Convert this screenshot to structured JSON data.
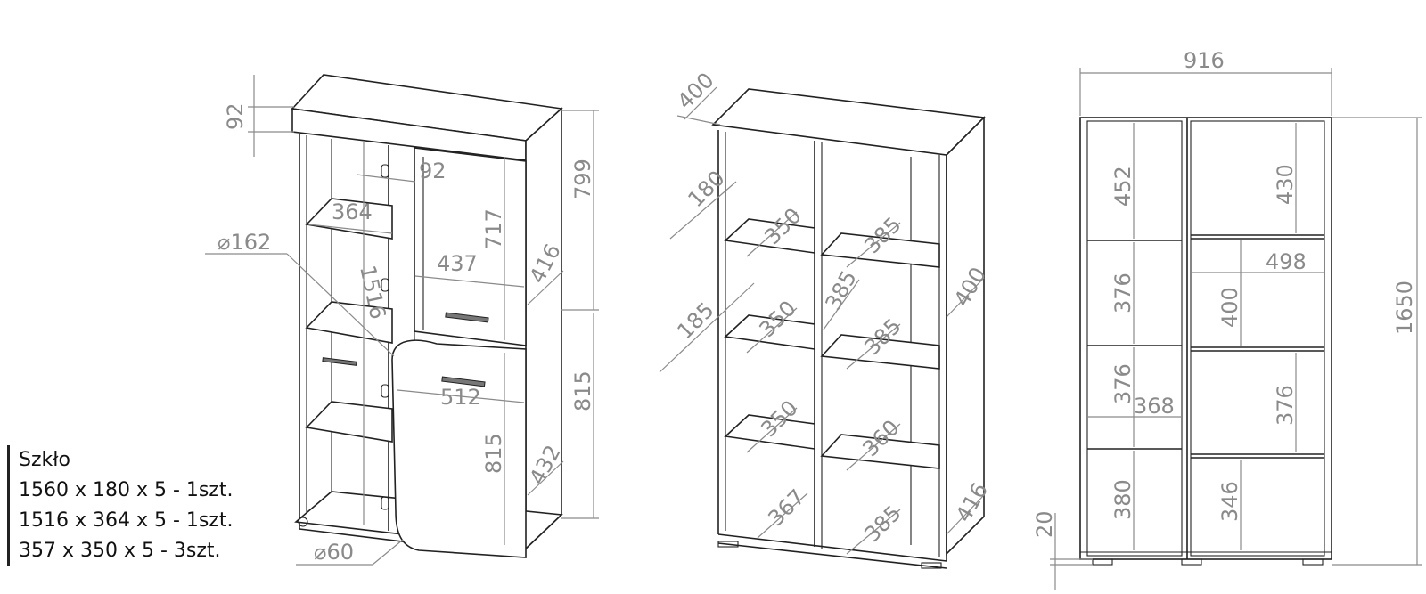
{
  "legend": {
    "title": "Szkło",
    "lines": [
      "1560 x 180 x 5 - 1szt.",
      "1516 x 364 x 5 - 1szt.",
      "357 x 350 x 5 - 3szt."
    ]
  },
  "view1": {
    "d_92_v": "92",
    "d_799": "799",
    "d_815_out": "815",
    "d_92_h": "92",
    "d_364": "364",
    "d_162": "⌀162",
    "d_1516": "1516",
    "d_717": "717",
    "d_437": "437",
    "d_416": "416",
    "d_512": "512",
    "d_815_in": "815",
    "d_432": "432",
    "d_60": "⌀60"
  },
  "view2": {
    "d_400_top": "400",
    "d_180": "180",
    "d_185": "185",
    "d_350_a": "350",
    "d_350_b": "350",
    "d_350_c": "350",
    "d_385_a": "385",
    "d_385_b": "385",
    "d_385_c": "385",
    "d_385_d": "385",
    "d_400_side": "400",
    "d_360": "360",
    "d_367": "367",
    "d_416": "416"
  },
  "view3": {
    "d_916": "916",
    "d_1650": "1650",
    "d_452": "452",
    "d_376_a": "376",
    "d_376_b": "376",
    "d_380": "380",
    "d_368": "368",
    "d_430": "430",
    "d_498": "498",
    "d_400": "400",
    "d_376_c": "376",
    "d_346": "346",
    "d_20": "20"
  }
}
